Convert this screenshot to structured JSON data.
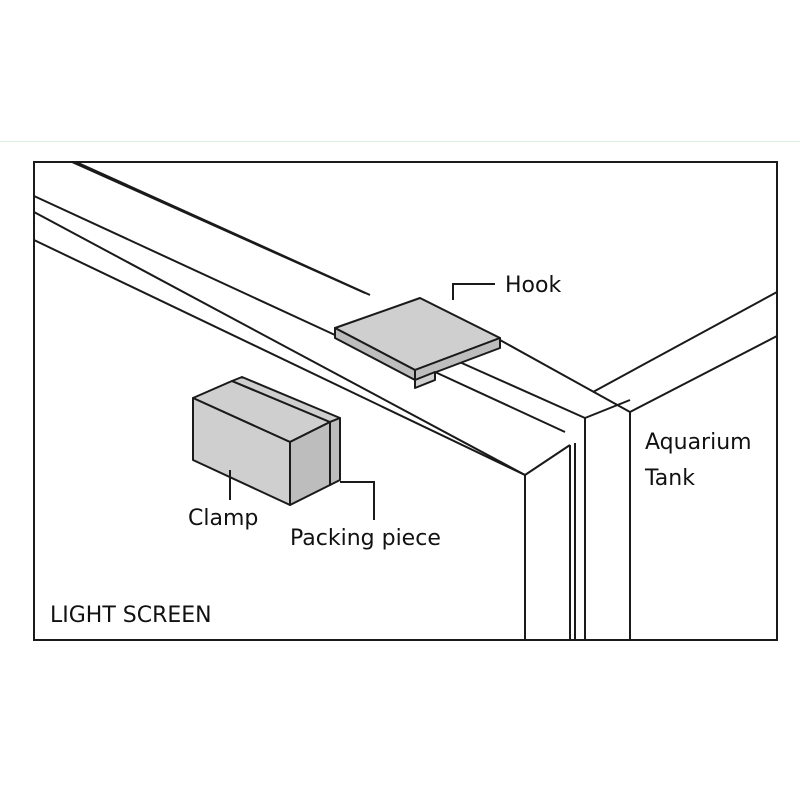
{
  "labels": {
    "hook": "Hook",
    "aquarium_line1": "Aquarium",
    "aquarium_line2": "Tank",
    "clamp": "Clamp",
    "packing_piece": "Packing piece",
    "light_screen": "LIGHT SCREEN"
  },
  "colors": {
    "stroke": "#1a1a1a",
    "block_fill": "#cfcfcf",
    "block_side": "#bdbdbd",
    "background": "#ffffff"
  }
}
